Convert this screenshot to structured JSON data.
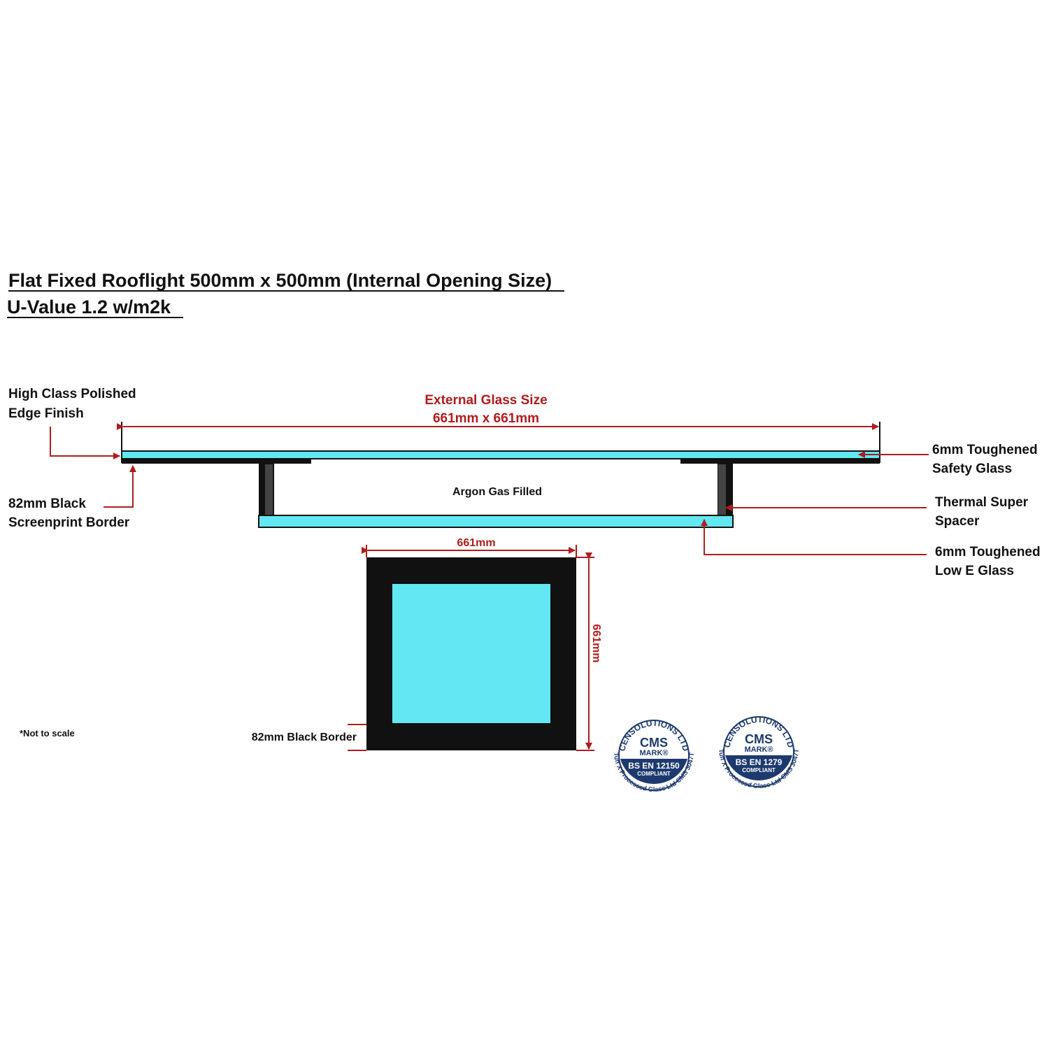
{
  "title": {
    "line1": "Flat Fixed Rooflight 500mm x 500mm (Internal Opening Size)",
    "line2": "U-Value 1.2 w/m2k"
  },
  "cross_section": {
    "external_size_label": "External Glass Size",
    "external_size_value": "661mm x 661mm",
    "gas_label": "Argon Gas Filled",
    "edge_finish": [
      "High Class Polished",
      "Edge Finish"
    ],
    "screenprint_border": [
      "82mm Black",
      "Screenprint Border"
    ],
    "safety_glass": [
      "6mm Toughened",
      "Safety Glass"
    ],
    "spacer": [
      "Thermal Super",
      "Spacer"
    ],
    "low_e_glass": [
      "6mm Toughened",
      "Low E Glass"
    ]
  },
  "plan_view": {
    "width_label": "661mm",
    "height_label": "661mm",
    "border_label": "82mm Black Border"
  },
  "note": "*Not to scale",
  "badges": [
    {
      "arc_top": "CENSOLUTIONS LTD",
      "mark": "CMS",
      "mark_sub": "MARK®",
      "standard": "BS EN 12150",
      "status": "COMPLIANT",
      "arc_bottom": "Tuff X Processed Glass Ltd CMS 3047T"
    },
    {
      "arc_top": "CENSOLUTIONS LTD",
      "mark": "CMS",
      "mark_sub": "MARK®",
      "standard": "BS EN 1279",
      "status": "COMPLIANT",
      "arc_bottom": "Tuff X Processed Glass Ltd CMS 3047T"
    }
  ],
  "colors": {
    "glass": "#62e8f2",
    "dimension": "#b01c1c",
    "badge": "#1d3a6e"
  }
}
